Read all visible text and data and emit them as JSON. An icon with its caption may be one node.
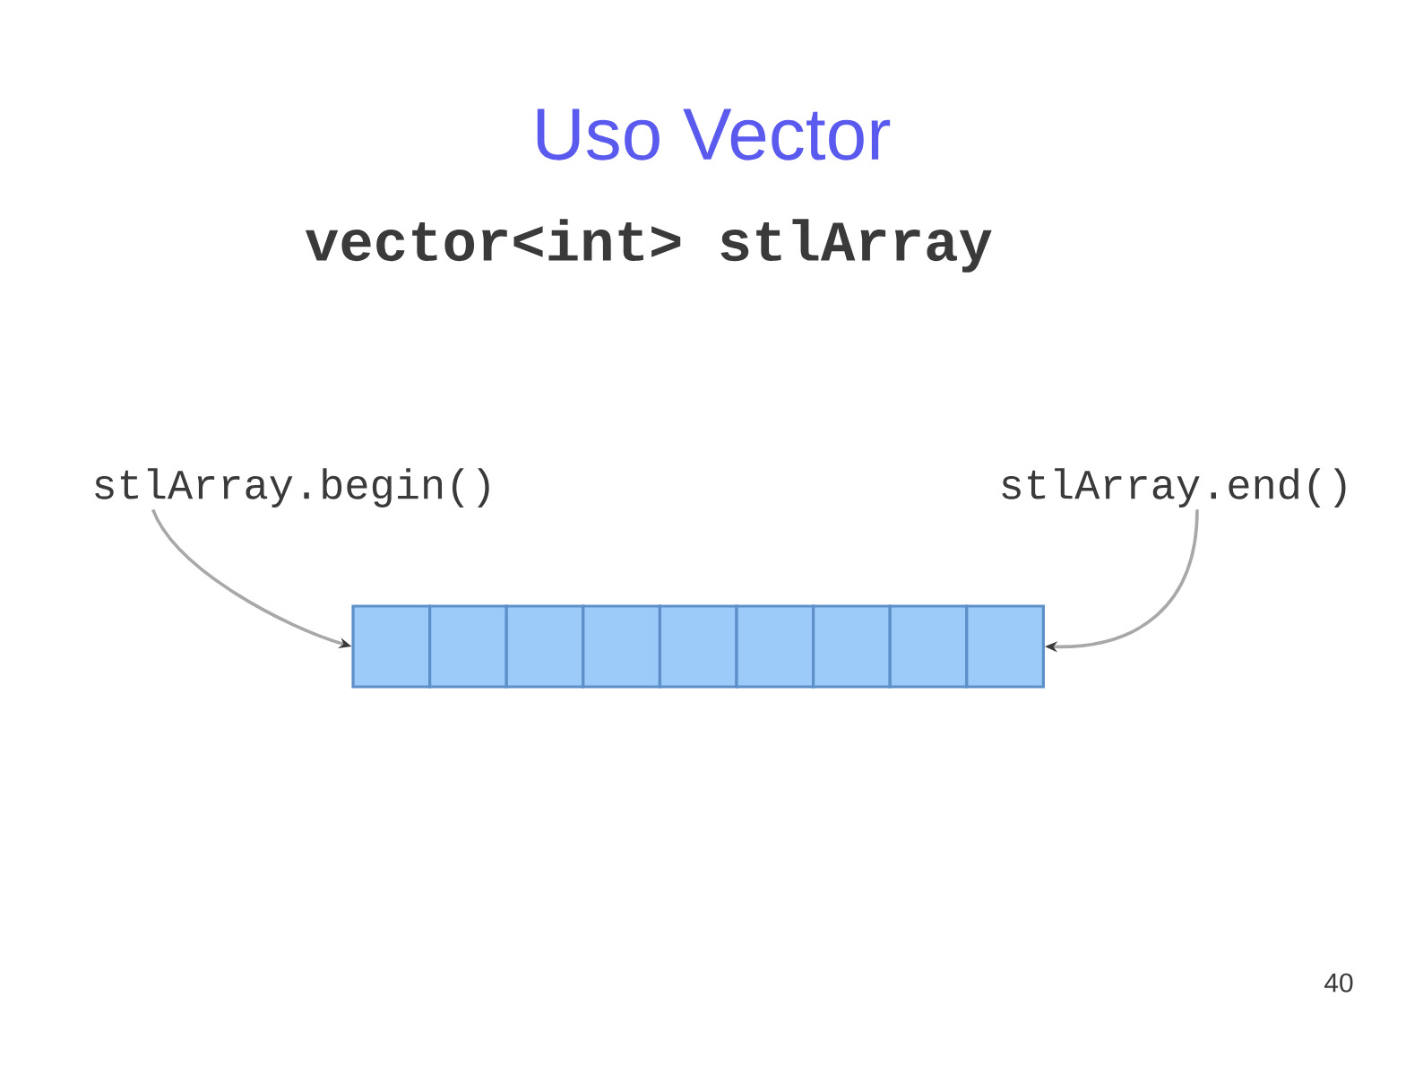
{
  "diagram": {
    "title": "Uso Vector",
    "nodes": [
      {
        "text": [
          "stlArray.begin()"
        ]
      },
      {
        "text": [
          "stlArray.end()"
        ]
      },
      {
        "text": [],
        "shape": "box"
      },
      {
        "text": [],
        "shape": "box"
      },
      {
        "text": [],
        "shape": "box"
      },
      {
        "text": [],
        "shape": "box"
      },
      {
        "text": [],
        "shape": "box"
      },
      {
        "text": [],
        "shape": "box"
      },
      {
        "text": [],
        "shape": "box"
      },
      {
        "text": [],
        "shape": "box"
      },
      {
        "text": [],
        "shape": "box"
      }
    ],
    "edges": [
      {
        "from": 0,
        "to": 2,
        "arrow": "to"
      },
      {
        "from": 1,
        "to": 10,
        "arrow": "to"
      }
    ],
    "labels": [
      "vector<int> stlArray",
      "40"
    ]
  }
}
